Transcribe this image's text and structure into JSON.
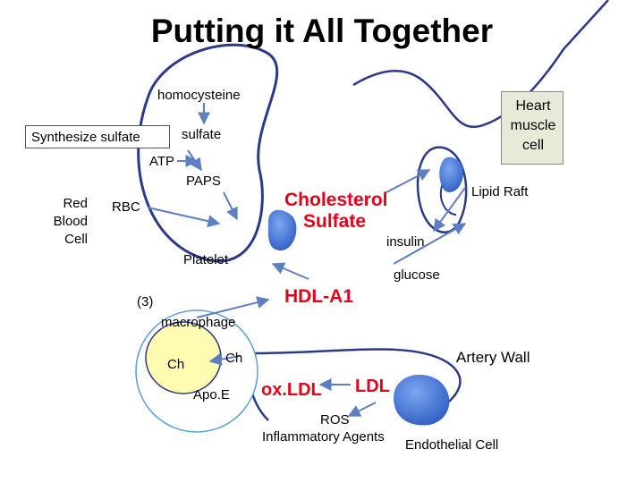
{
  "title": "Putting it All Together",
  "labels": {
    "homocysteine": "homocysteine",
    "synthesize_sulfate": "Synthesize sulfate",
    "sulfate": "sulfate",
    "atp": "ATP",
    "paps": "PAPS",
    "red_blood_cell": [
      "Red",
      "Blood",
      "Cell"
    ],
    "rbc": "RBC",
    "platelet": "Platelet",
    "cholesterol_sulfate": [
      "Cholesterol",
      "Sulfate"
    ],
    "heart_muscle_cell": [
      "Heart",
      "muscle",
      "cell"
    ],
    "lipid_raft": "Lipid Raft",
    "insulin": "insulin",
    "glucose": "glucose",
    "hdl_a1": "HDL-A1",
    "three": "(3)",
    "macrophage": "macrophage",
    "ch_left": "Ch",
    "ch_right": "Ch",
    "apoe": "Apo.E",
    "oxldl": "ox.LDL",
    "ldl": "LDL",
    "artery_wall": "Artery Wall",
    "ros": "ROS",
    "inflammatory_agents": "Inflammatory Agents",
    "endothelial_cell": "Endothelial Cell"
  },
  "colors": {
    "accent_red": "#e3001b",
    "cell_blue": "#4a7cd8",
    "macrophage_fill": "#fffbb0",
    "macrophage_ring": "#5aa0d0",
    "heart_box_fill": "#e8ead8",
    "arrow": "#5b7fc0"
  }
}
